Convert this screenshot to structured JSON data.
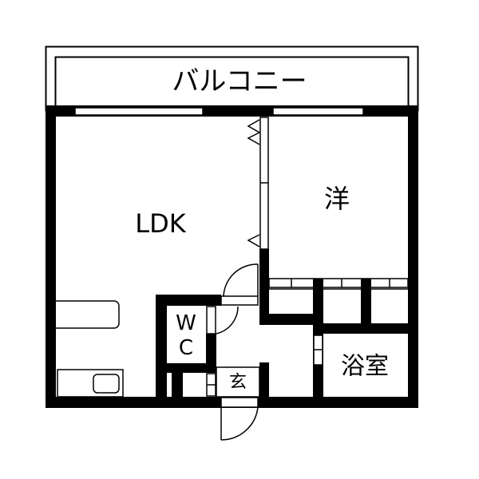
{
  "floor_plan": {
    "rooms": {
      "balcony": "バルコニー",
      "ldk": "LDK",
      "western_room": "洋",
      "toilet_w": "W",
      "toilet_c": "C",
      "entrance": "玄",
      "bathroom": "浴室"
    },
    "colors": {
      "wall": "#000000",
      "background": "#ffffff"
    }
  }
}
